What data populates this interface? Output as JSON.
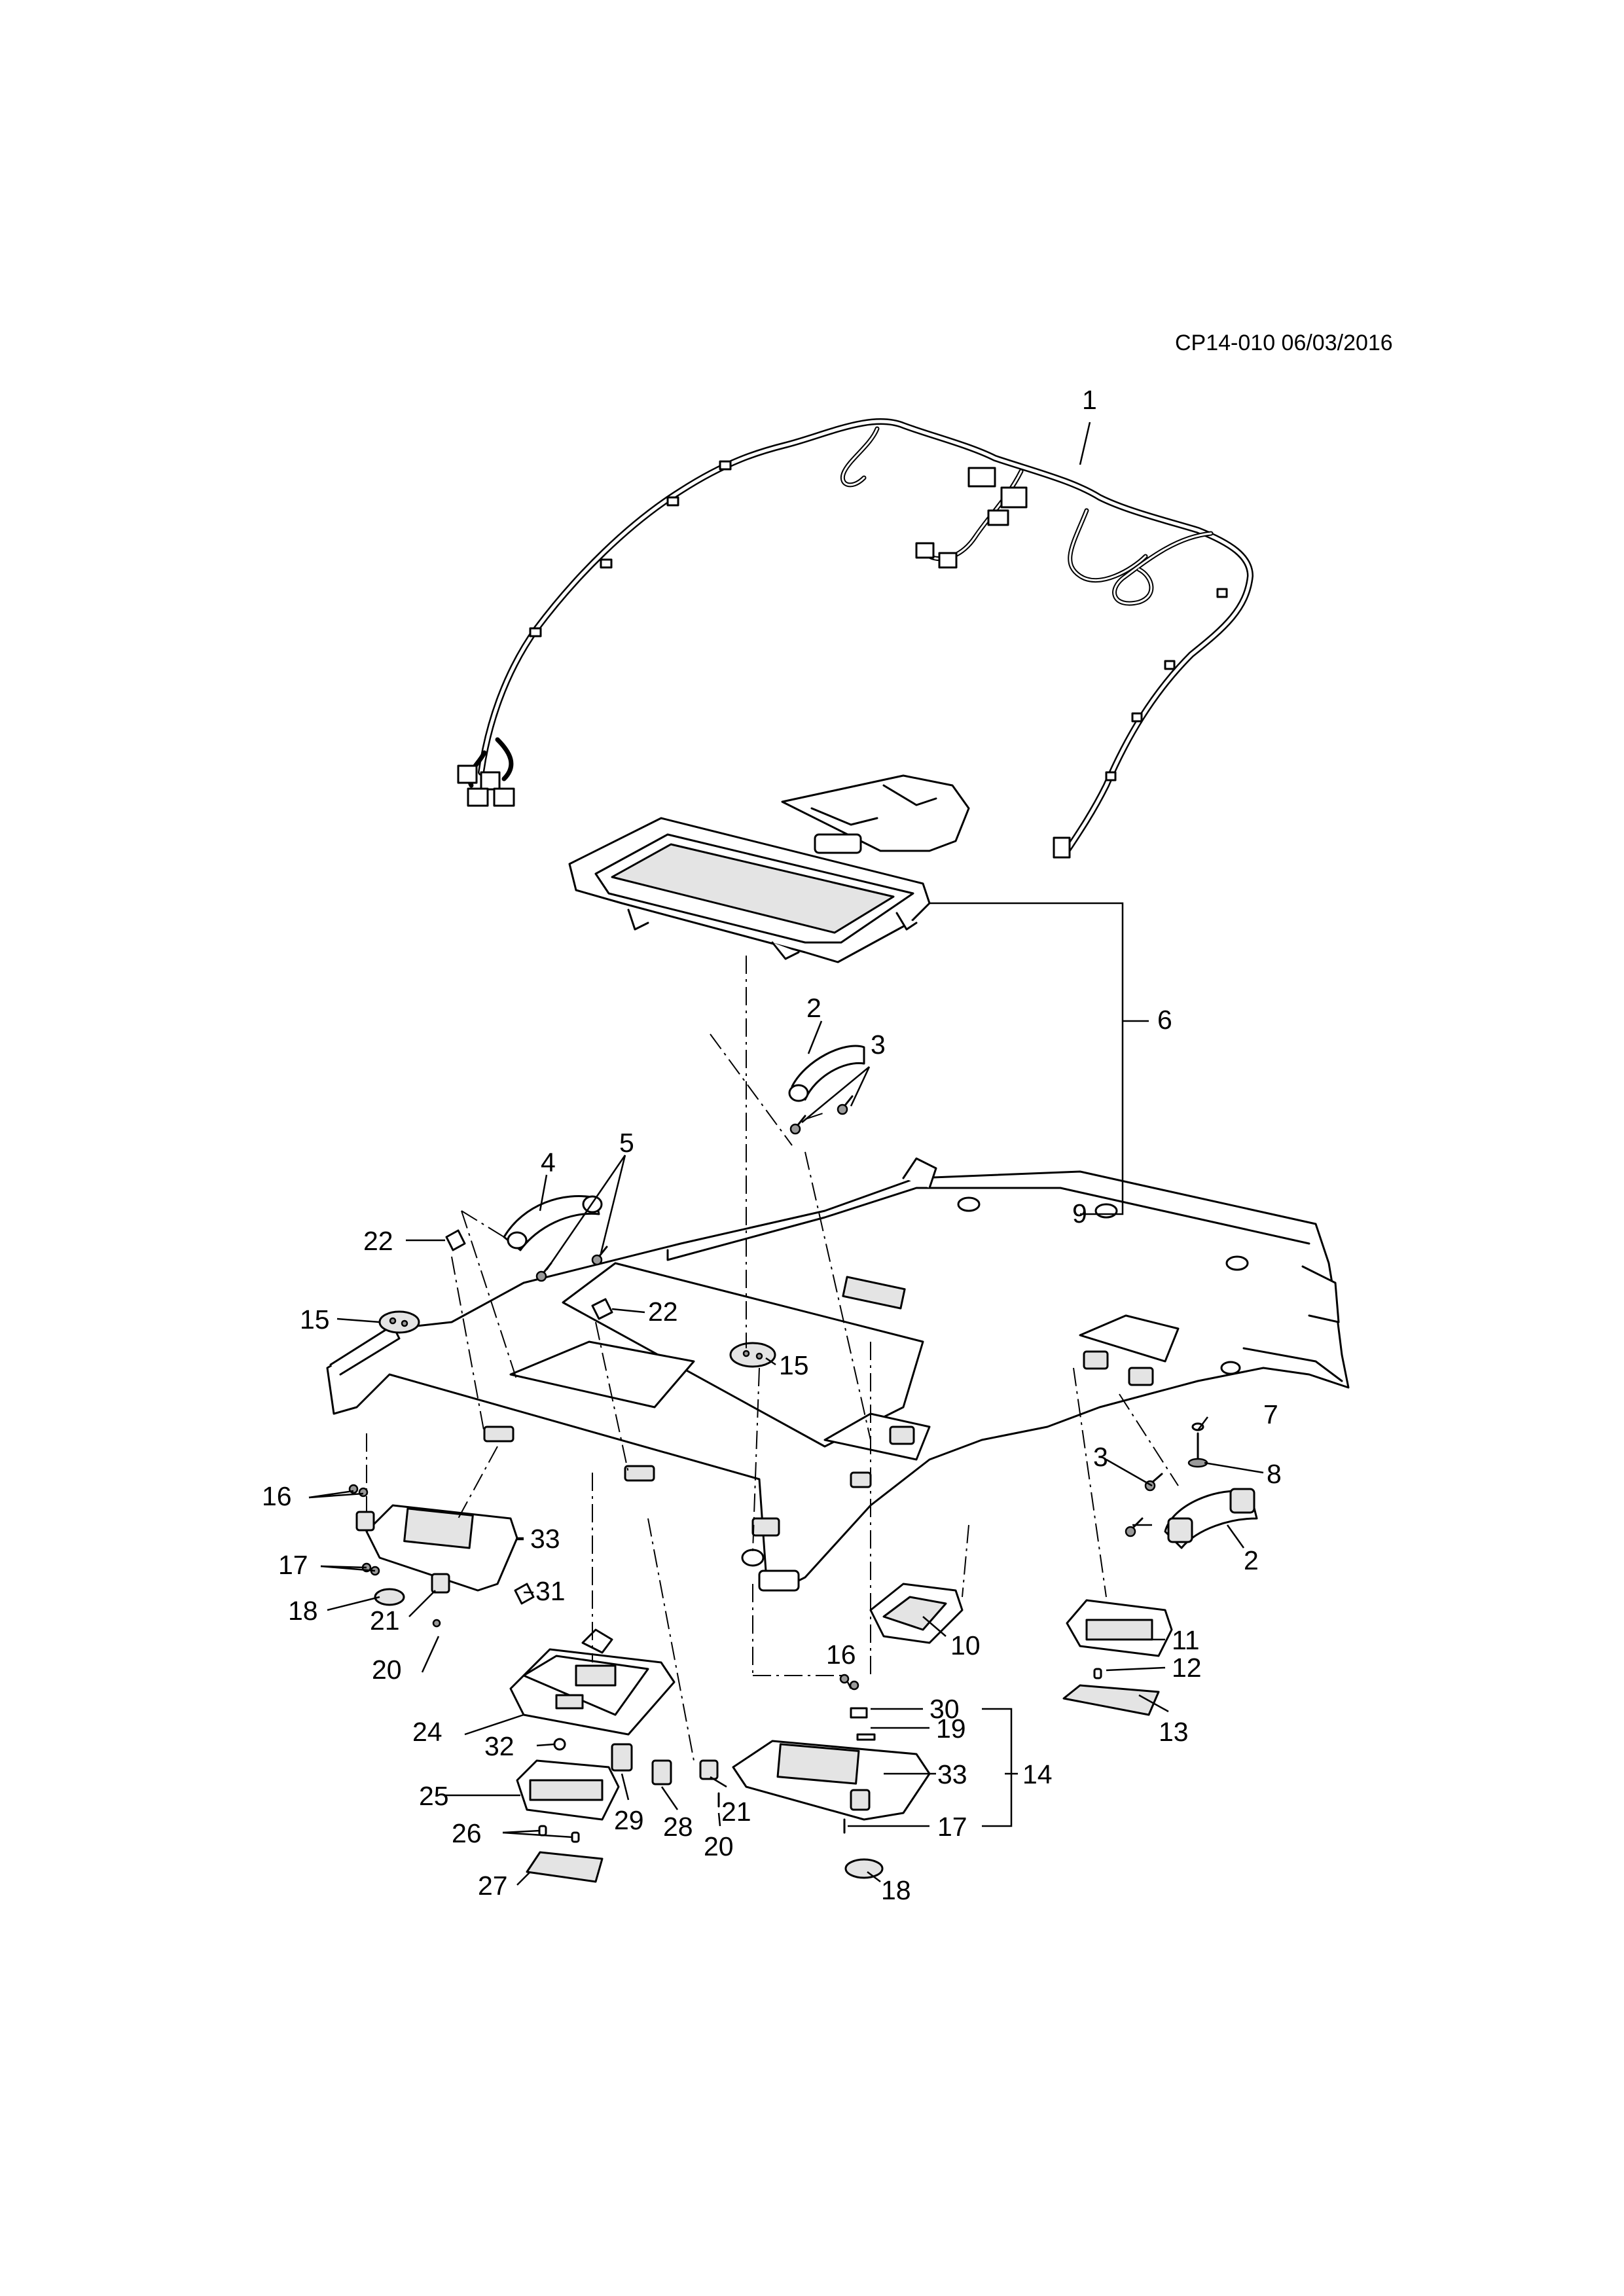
{
  "document": {
    "code": "CP14-010 06/03/2016"
  },
  "callouts": {
    "c1": "1",
    "c2a": "2",
    "c2b": "2",
    "c3a": "3",
    "c3b": "3",
    "c4": "4",
    "c5": "5",
    "c6": "6",
    "c7": "7",
    "c8": "8",
    "c9": "9",
    "c10": "10",
    "c11": "11",
    "c12": "12",
    "c13": "13",
    "c14": "14",
    "c15a": "15",
    "c15b": "15",
    "c16a": "16",
    "c16b": "16",
    "c17a": "17",
    "c17b": "17",
    "c18a": "18",
    "c18b": "18",
    "c19": "19",
    "c20a": "20",
    "c20b": "20",
    "c21a": "21",
    "c21b": "21",
    "c22a": "22",
    "c22b": "22",
    "c24": "24",
    "c25": "25",
    "c26": "26",
    "c27": "27",
    "c28": "28",
    "c29": "29",
    "c30": "30",
    "c31": "31",
    "c32": "32",
    "c33a": "33",
    "c33b": "33"
  }
}
